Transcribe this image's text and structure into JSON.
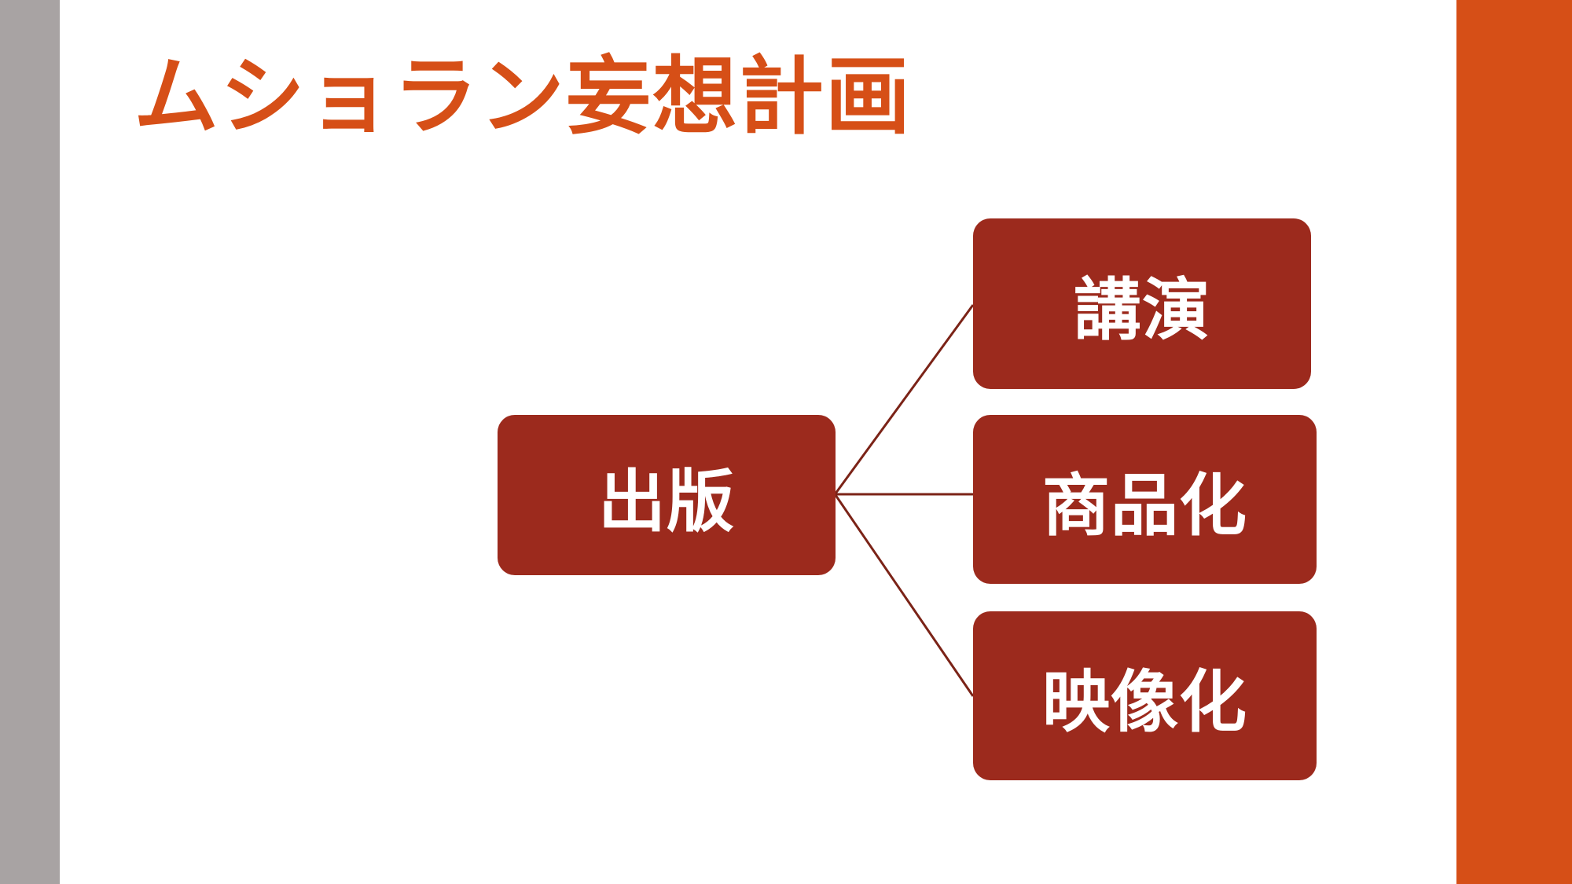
{
  "slide": {
    "title": "ムショラン妄想計画",
    "background_color": "#ffffff"
  },
  "decoration": {
    "left_bar": {
      "name": "left-gray-bar",
      "color": "#a8a3a3"
    },
    "right_bar": {
      "name": "right-orange-bar",
      "color": "#d64f17"
    }
  },
  "theme": {
    "title_color": "#d64f17",
    "node_fill": "#9c2a1d",
    "node_text_color": "#ffffff",
    "connector_color": "#7b2317"
  },
  "diagram": {
    "type": "radial-hierarchy",
    "root": {
      "label": "出版"
    },
    "branches": [
      {
        "label": "講演"
      },
      {
        "label": "商品化"
      },
      {
        "label": "映像化"
      }
    ]
  }
}
